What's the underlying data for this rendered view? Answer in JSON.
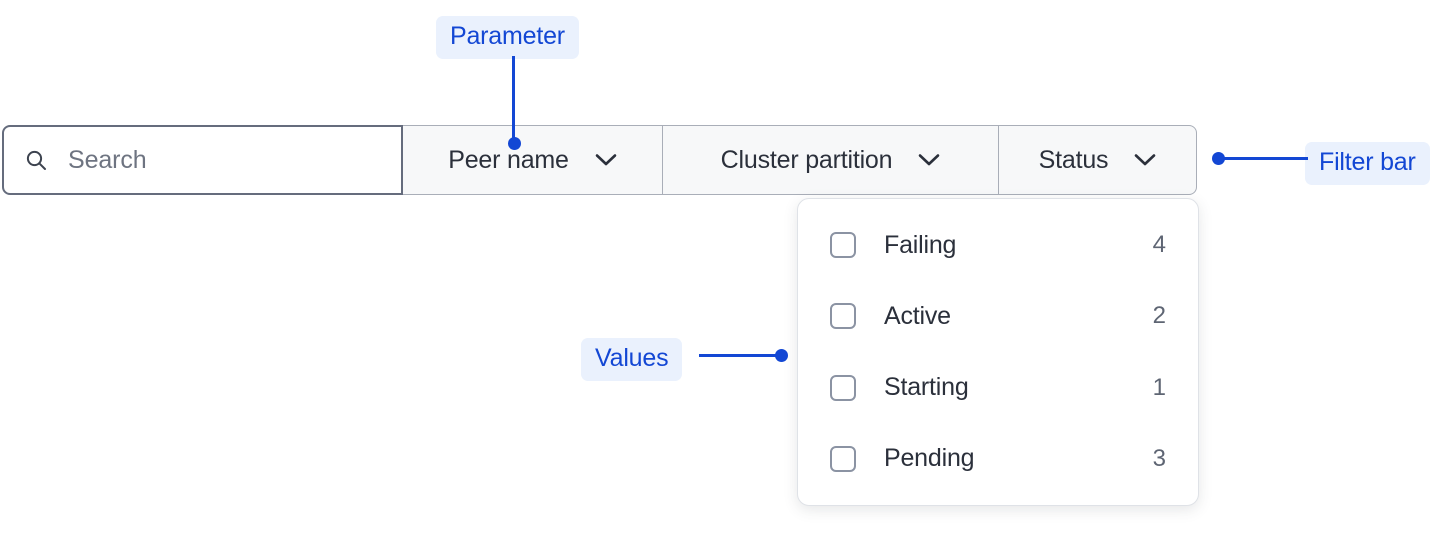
{
  "filter_bar": {
    "search": {
      "icon": "search-icon",
      "placeholder": "Search",
      "value": ""
    },
    "dropdowns": [
      {
        "label": "Peer name",
        "icon": "chevron-down-icon",
        "expanded": false
      },
      {
        "label": "Cluster partition",
        "icon": "chevron-down-icon",
        "expanded": false
      },
      {
        "label": "Status",
        "icon": "chevron-down-icon",
        "expanded": true
      }
    ]
  },
  "values_panel": {
    "options": [
      {
        "label": "Failing",
        "count": "4",
        "checked": false
      },
      {
        "label": "Active",
        "count": "2",
        "checked": false
      },
      {
        "label": "Starting",
        "count": "1",
        "checked": false
      },
      {
        "label": "Pending",
        "count": "3",
        "checked": false
      }
    ]
  },
  "annotations": [
    {
      "id": "parameter",
      "label": "Parameter",
      "target": "peer-name-dropdown"
    },
    {
      "id": "values",
      "label": "Values",
      "target": "values-panel"
    },
    {
      "id": "filter-bar",
      "label": "Filter bar",
      "target": "filter-bar"
    }
  ],
  "colors": {
    "annotation_text": "#1347d4",
    "annotation_badge_bg": "#eaf1fd",
    "segment_bg": "#f7f8f9",
    "segment_border": "#a9aeb8",
    "search_border": "#656c7d",
    "text_primary": "#2b303b",
    "text_muted": "#5e6573",
    "placeholder": "#6e7481",
    "checkbox_border": "#8b93a3",
    "panel_border": "#dfe2e7"
  }
}
